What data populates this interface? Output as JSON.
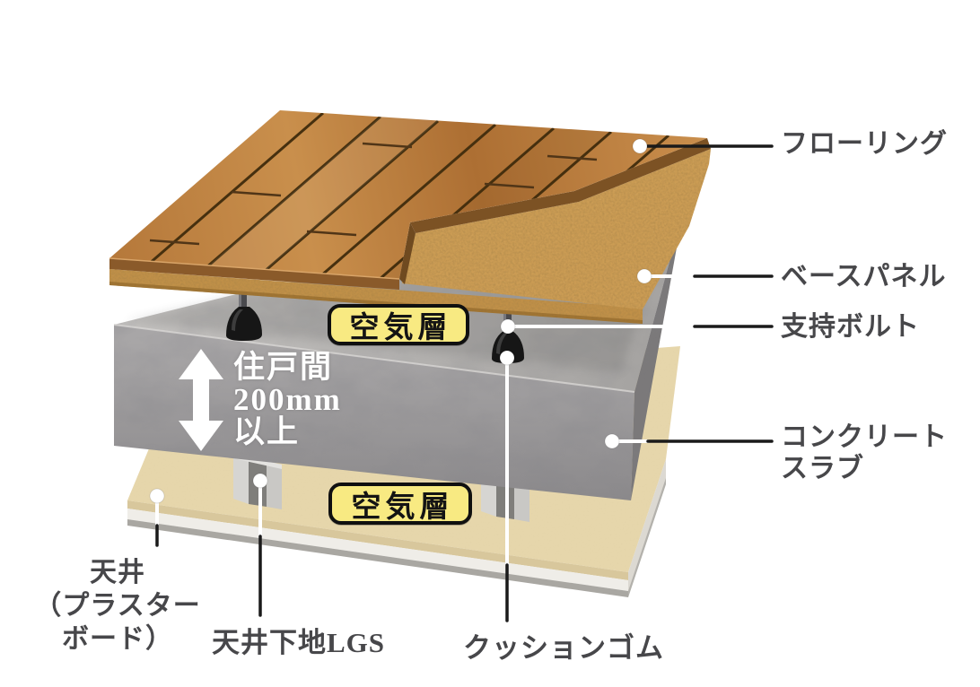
{
  "labels": {
    "flooring": "フローリング",
    "base_panel": "ベースパネル",
    "support_bolt": "支持ボルト",
    "concrete_slab": [
      "コンクリート",
      "スラブ"
    ],
    "ceiling": [
      "天井",
      "（プラスター",
      "ボード）"
    ],
    "ceiling_base_lgs": "天井下地LGS",
    "cushion_rubber": "クッションゴム"
  },
  "badges": {
    "air_layer_upper": "空気層",
    "air_layer_lower": "空気層"
  },
  "dimension_note": {
    "line1": "住戸間",
    "line2": "200mm",
    "line3": "以上"
  },
  "colors": {
    "background": "#ffffff",
    "badge_background": "#f8ea82",
    "badge_border": "#101010",
    "label_text": "#47474a",
    "dimension_text": "#ffffff",
    "wood_flooring": "#b97c3e",
    "wood_seam": "#46300f",
    "base_panel_cork": "#c99b54",
    "concrete_slab": "#9b999a",
    "ceiling_board": "#e6d6ab",
    "lgs_steel": "#cfcecb",
    "cushion_rubber": "#161616",
    "leader_line": "#1a1a1a"
  }
}
